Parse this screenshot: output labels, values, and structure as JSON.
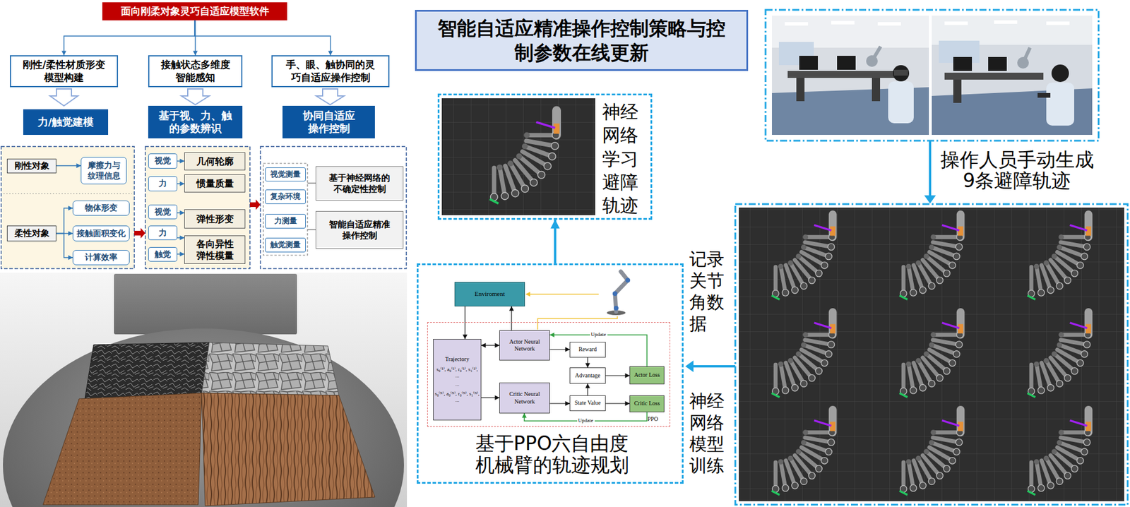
{
  "diagram": {
    "nodes": [
      {
        "text": [
          "面向刚柔对象灵巧自适应模型软件"
        ]
      },
      {
        "text": [
          "刚性/柔性材质形变模型构建"
        ]
      },
      {
        "text": [
          "接触状态多维度智能感知"
        ]
      },
      {
        "text": [
          "手、眼、触协同的灵巧自适应操作控制"
        ]
      },
      {
        "text": [
          "力/触觉建模"
        ]
      },
      {
        "text": [
          "基于视、力、触的参数辨识"
        ]
      },
      {
        "text": [
          "协同自适应操作控制"
        ]
      },
      {
        "text": [
          "刚性对象"
        ]
      },
      {
        "text": [
          "摩擦力与纹理信息"
        ]
      },
      {
        "text": [
          "柔性对象"
        ]
      },
      {
        "text": [
          "物体形变"
        ]
      },
      {
        "text": [
          "接触面积变化"
        ]
      },
      {
        "text": [
          "计算效率"
        ]
      },
      {
        "text": [
          "视觉"
        ]
      },
      {
        "text": [
          "力"
        ]
      },
      {
        "text": [
          "几何轮廓"
        ]
      },
      {
        "text": [
          "惯量质量"
        ]
      },
      {
        "text": [
          "视觉"
        ]
      },
      {
        "text": [
          "力"
        ]
      },
      {
        "text": [
          "触觉"
        ]
      },
      {
        "text": [
          "弹性形变"
        ]
      },
      {
        "text": [
          "各向异性弹性模量"
        ]
      },
      {
        "text": [
          "视觉测量"
        ]
      },
      {
        "text": [
          "复杂环境"
        ]
      },
      {
        "text": [
          "力测量"
        ]
      },
      {
        "text": [
          "触觉测量"
        ]
      },
      {
        "text": [
          "基于神经网络的不确定性控制"
        ]
      },
      {
        "text": [
          "智能自适应精准操作控制"
        ]
      },
      {
        "text": [
          "智能自适应精准操作控制策略与控制参数在线更新"
        ]
      },
      {
        "text": [
          "神经网络学习避障轨迹"
        ]
      },
      {
        "text": [
          "基于PPO六自由度机械臂的轨迹规划"
        ]
      },
      {
        "text": [
          "Enviroment"
        ],
        "in": 30
      },
      {
        "text": [
          "PPO"
        ],
        "in": 30
      },
      {
        "text": [
          "Trajectory",
          "s₀⁽¹⁾, a₀⁽¹⁾, r₀⁽¹⁾, s₁⁽¹⁾, ...",
          "...",
          "s₀⁽ᴺ⁾, a₀⁽ᴺ⁾, r₀⁽ᴺ⁾, s₁⁽ᴺ⁾, ..."
        ],
        "in": 32
      },
      {
        "text": [
          "Actor Neural Network"
        ],
        "in": 32
      },
      {
        "text": [
          "Critic Neural Network"
        ],
        "in": 32
      },
      {
        "text": [
          "Reward"
        ],
        "in": 32
      },
      {
        "text": [
          "Advantage"
        ],
        "in": 32
      },
      {
        "text": [
          "State Value"
        ],
        "in": 32
      },
      {
        "text": [
          "Actor Loss"
        ],
        "in": 32
      },
      {
        "text": [
          "Critic Loss"
        ],
        "in": 32
      }
    ],
    "edges": [
      {
        "from": 0,
        "to": 1,
        "arrow": "to"
      },
      {
        "from": 0,
        "to": 2,
        "arrow": "to"
      },
      {
        "from": 0,
        "to": 3,
        "arrow": "to"
      },
      {
        "from": 7,
        "to": 8,
        "arrow": "to"
      },
      {
        "from": 9,
        "to": 10,
        "arrow": "to"
      },
      {
        "from": 9,
        "to": 11,
        "arrow": "to"
      },
      {
        "from": 9,
        "to": 12,
        "arrow": "to"
      },
      {
        "from": 13,
        "to": 15,
        "arrow": "to"
      },
      {
        "from": 14,
        "to": 16,
        "arrow": "to"
      },
      {
        "from": 17,
        "to": 20,
        "arrow": "to"
      },
      {
        "from": 18,
        "to": 21,
        "arrow": "to"
      },
      {
        "from": 19,
        "to": 21,
        "arrow": "to"
      },
      {
        "from": 30,
        "to": 29,
        "arrow": "to"
      },
      {
        "from": 34,
        "to": 31,
        "arrow": "to"
      },
      {
        "from": 31,
        "to": 33,
        "arrow": "to"
      },
      {
        "from": 33,
        "to": 34,
        "arrow": "both"
      },
      {
        "from": 33,
        "to": 35,
        "arrow": "to"
      },
      {
        "from": 34,
        "to": 36,
        "arrow": "to"
      },
      {
        "from": 36,
        "to": 37,
        "arrow": "to"
      },
      {
        "from": 35,
        "to": 38,
        "arrow": "to"
      },
      {
        "from": 38,
        "to": 37,
        "arrow": "to"
      },
      {
        "from": 37,
        "to": 39,
        "arrow": "to"
      },
      {
        "from": 38,
        "to": 40,
        "arrow": "to"
      },
      {
        "from": 39,
        "to": 34,
        "arrow": "to",
        "label": "Update"
      },
      {
        "from": 40,
        "to": 35,
        "arrow": "to",
        "label": "Update"
      }
    ],
    "labels": [
      "操作人员手动生成9条避障轨迹",
      "记录关节角数据",
      "神经网络模型训练"
    ]
  }
}
